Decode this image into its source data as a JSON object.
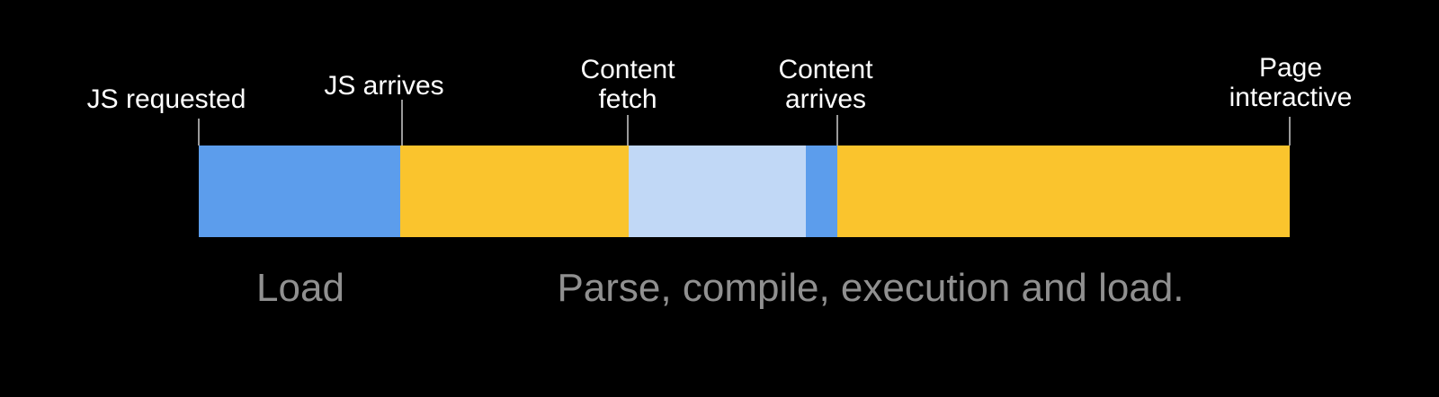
{
  "diagram": {
    "background_color": "#000000",
    "label_color": "#ffffff",
    "tick_color": "#9a9a9a",
    "phase_label_color": "#909090",
    "markers": [
      {
        "label": "JS requested"
      },
      {
        "label": "JS arrives"
      },
      {
        "label": "Content\nfetch"
      },
      {
        "label": "Content\narrives"
      },
      {
        "label": "Page\ninteractive"
      }
    ],
    "bar_segments": [
      {
        "name": "load",
        "color": "#5c9dec"
      },
      {
        "name": "parse-compile-load-1",
        "color": "#fac42d"
      },
      {
        "name": "content-fetch",
        "color": "#c1d8f6"
      },
      {
        "name": "content-arrives",
        "color": "#5c9dec"
      },
      {
        "name": "parse-compile-load-2",
        "color": "#fac42d"
      }
    ],
    "phase_labels": [
      {
        "label": "Load"
      },
      {
        "label": "Parse, compile, execution and load."
      }
    ]
  }
}
